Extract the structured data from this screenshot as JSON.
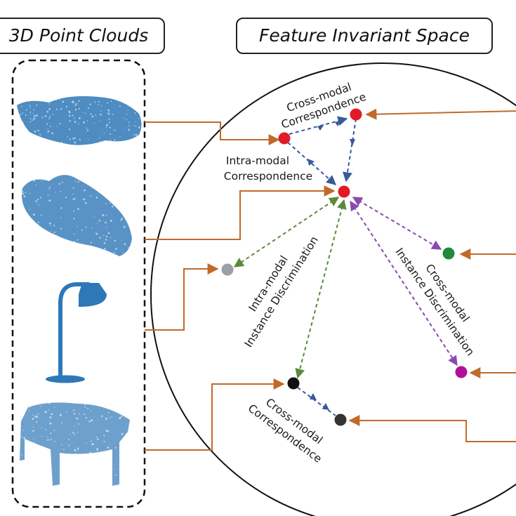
{
  "titles": {
    "point_clouds": "3D Point Clouds",
    "feature_space": "Feature Invariant Space"
  },
  "labels": {
    "cross_modal_corr_top": [
      "Cross-modal",
      "Correspondence"
    ],
    "intra_modal_corr": [
      "Intra-modal",
      "Correspondence"
    ],
    "intra_modal_disc": [
      "Intra-modal",
      "Instance Discrimination"
    ],
    "cross_modal_disc": [
      "Cross-modal",
      "Instance Discrimination"
    ],
    "cross_modal_corr_bottom": [
      "Cross-modal",
      "Correspondence"
    ]
  },
  "objects": [
    "car-scan-1",
    "car-scan-2",
    "floor-lamp",
    "table-scan"
  ],
  "colors": {
    "connector": "#c06a2a",
    "point_cloud": "#2f78b7",
    "blue_arrow": "#3a5a9a",
    "green_arrow": "#5a8a3a",
    "purple_arrow": "#8a4ab0",
    "node_red": "#e01b24",
    "node_green": "#1f8a3a",
    "node_magenta": "#b0109a",
    "node_gray": "#9aa0a6",
    "node_black": "#111111",
    "node_dark": "#333333"
  }
}
